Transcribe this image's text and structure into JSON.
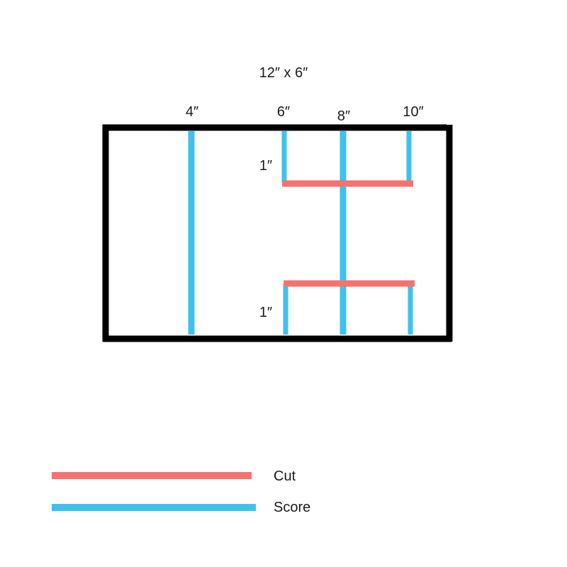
{
  "diagram": {
    "title": "12″ x 6″",
    "marks": {
      "four": "4″",
      "six": "6″",
      "eight": "8″",
      "ten": "10″"
    },
    "side_marks": {
      "top": "1″",
      "bottom": "1″"
    }
  },
  "legend": {
    "cut": {
      "label": "Cut",
      "color": "#f4736f"
    },
    "score": {
      "label": "Score",
      "color": "#3ec2ec"
    }
  },
  "colors": {
    "outline": "#000000"
  }
}
